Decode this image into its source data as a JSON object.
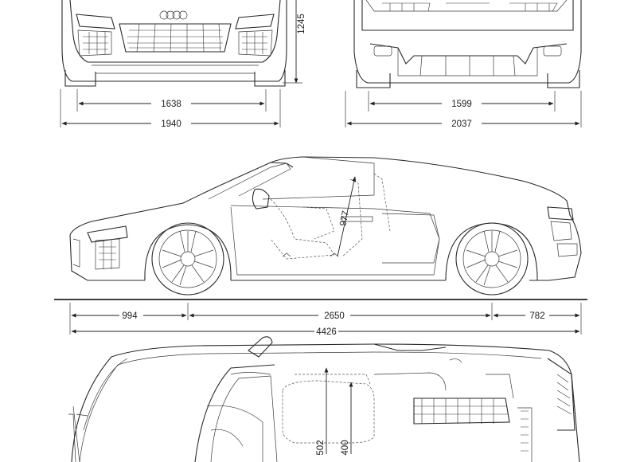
{
  "dimensions": {
    "front_track": "1638",
    "front_width": "1940",
    "rear_track": "1599",
    "rear_width": "2037",
    "height": "1245",
    "front_overhang": "994",
    "wheelbase": "2650",
    "rear_overhang": "782",
    "length": "4426",
    "seat_height": "977",
    "interior_a": "502",
    "interior_b": "400"
  }
}
